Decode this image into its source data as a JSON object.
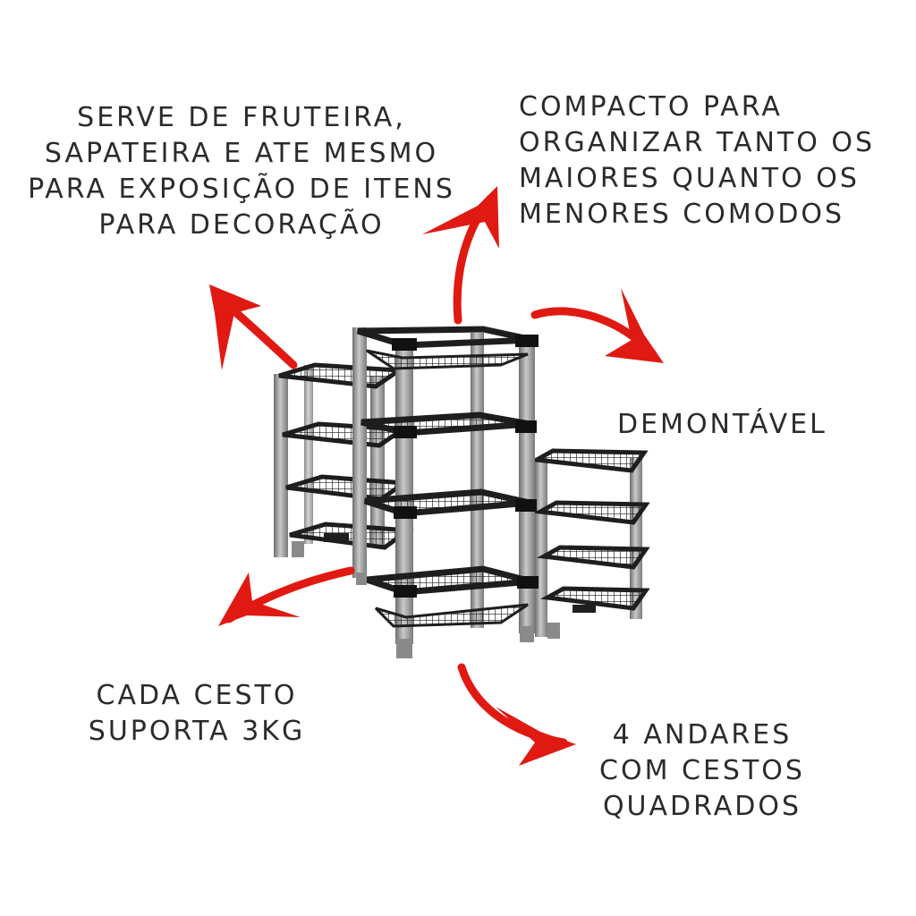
{
  "captions": {
    "serve": [
      "SERVE DE FRUTEIRA,",
      "SAPATEIRA E ATE MESMO",
      "PARA EXPOSIÇÃO DE ITENS",
      "PARA DECORAÇÃO"
    ],
    "compacto": [
      "COMPACTO PARA",
      "ORGANIZAR TANTO OS",
      "MAIORES QUANTO OS",
      "MENORES COMODOS"
    ],
    "demontavel": [
      "DEMONTÁVEL"
    ],
    "cada_cesto": [
      "CADA CESTO",
      "SUPORTA 3KG"
    ],
    "andares": [
      "4 ANDARES",
      "COM CESTOS",
      "QUADRADOS"
    ]
  },
  "colors": {
    "arrow": "#e01a12",
    "text": "#2b2b2b",
    "frame": "#1e1e1e",
    "post": "#9a9a9a"
  },
  "icons": {
    "arrow": "brush-arrow-icon",
    "product": "shelf-rack-image"
  }
}
